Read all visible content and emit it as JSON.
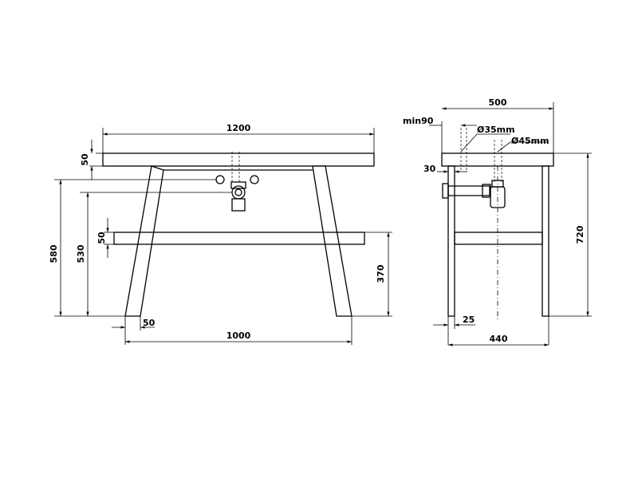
{
  "front_view": {
    "dim_width_top": "1200",
    "dim_top_thickness": "50",
    "dim_height_580": "580",
    "dim_height_530": "530",
    "dim_shelf_thickness": "50",
    "dim_shelf_height": "370",
    "dim_leg_foot": "50",
    "dim_width_base": "1000"
  },
  "side_view": {
    "dim_depth_top": "500",
    "dim_min90": "min90",
    "dim_drain_35": "Ø35mm",
    "dim_drain_45": "Ø45mm",
    "dim_30": "30",
    "dim_height_720": "720",
    "dim_leg_25": "25",
    "dim_depth_base": "440"
  }
}
